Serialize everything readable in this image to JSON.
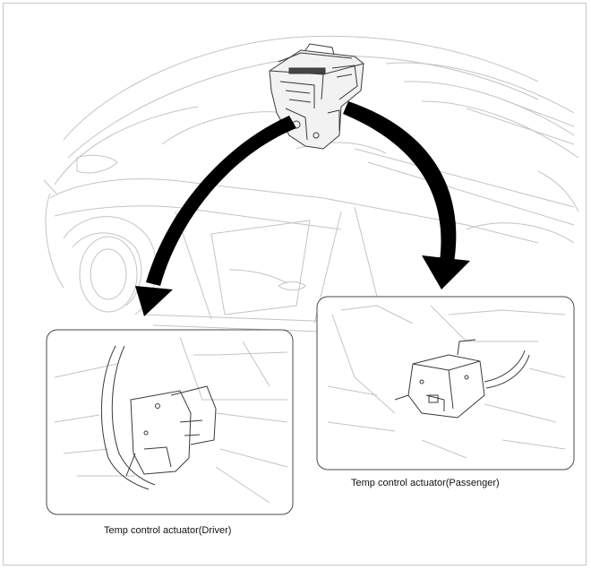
{
  "callouts": {
    "driver": {
      "label": "Temp control actuator(Driver)"
    },
    "passenger": {
      "label": "Temp control actuator(Passenger)"
    }
  },
  "colors": {
    "line_light": "#c4c4c4",
    "line_dark": "#3a3a3a",
    "arrow": "#000000"
  },
  "icons": [
    "hvac-unit",
    "curved-arrow",
    "actuator-motor"
  ]
}
